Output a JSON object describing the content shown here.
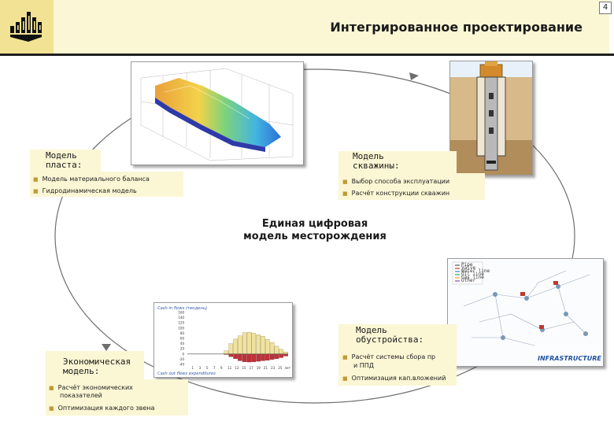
{
  "page_number": "4",
  "title": "Интегрированное проектирование",
  "center_label": {
    "line1": "Единая цифровая",
    "line2": "модель месторождения"
  },
  "sections": {
    "reservoir": {
      "title_line1": "Модель",
      "title_line2": "пласта:",
      "bullets": [
        "Модель материального баланса",
        "Гидродинамическая модель"
      ]
    },
    "well": {
      "title_line1": "Модель",
      "title_line2": "скважины:",
      "bullets": [
        "Выбор способа эксплуатации",
        "Расчёт конструкции скважин"
      ]
    },
    "facilities": {
      "title_line1": "Модель",
      "title_line2": "обустройства:",
      "bullets": [
        "Расчёт системы сбора пр",
        "и ППД",
        "Оптимизация кап.вложений"
      ]
    },
    "economic": {
      "title_line1": "Экономическая",
      "title_line2": "модель:",
      "bullets": [
        "Расчёт экономических",
        "показателей",
        "Оптимизация каждого звена"
      ]
    }
  },
  "cashflow_image": {
    "top_label": "Cash in flows (тенденц)",
    "bottom_label": "Cash out flows expenditures",
    "y_ticks": [
      "160",
      "140",
      "120",
      "100",
      "80",
      "60",
      "40",
      "20",
      "0",
      "-20",
      "-40"
    ],
    "x_ticks": [
      "1",
      "3",
      "5",
      "7",
      "9",
      "11",
      "13",
      "15",
      "17",
      "19",
      "21",
      "23",
      "25"
    ],
    "x_suffix": "лет",
    "inflows": [
      0,
      0,
      0,
      0,
      0,
      0,
      0,
      0,
      12,
      40,
      58,
      70,
      82,
      84,
      80,
      74,
      68,
      56,
      44,
      30,
      18,
      8
    ],
    "outflows": [
      0,
      0,
      0,
      0,
      0,
      0,
      0,
      0,
      -2,
      -10,
      -18,
      -26,
      -30,
      -31,
      -30,
      -28,
      -26,
      -24,
      -21,
      -18,
      -14,
      -8
    ]
  },
  "infrastructure_image": {
    "legend": [
      "Pipe",
      "Valve",
      "Water line",
      "Oil line",
      "Gas line",
      "Other"
    ],
    "badge": "INFRASTRUCTURE"
  },
  "colors": {
    "header_bg": "#fbf6d4",
    "logo_bg": "#f2e394",
    "card_bg": "#fbf6d4",
    "bullet_mark": "#c09a3a",
    "inflow": "#f0e2a0",
    "outflow": "#c0313a"
  },
  "icons": {
    "logo": "company-logo-icon",
    "bullet": "square-bullet-icon"
  }
}
